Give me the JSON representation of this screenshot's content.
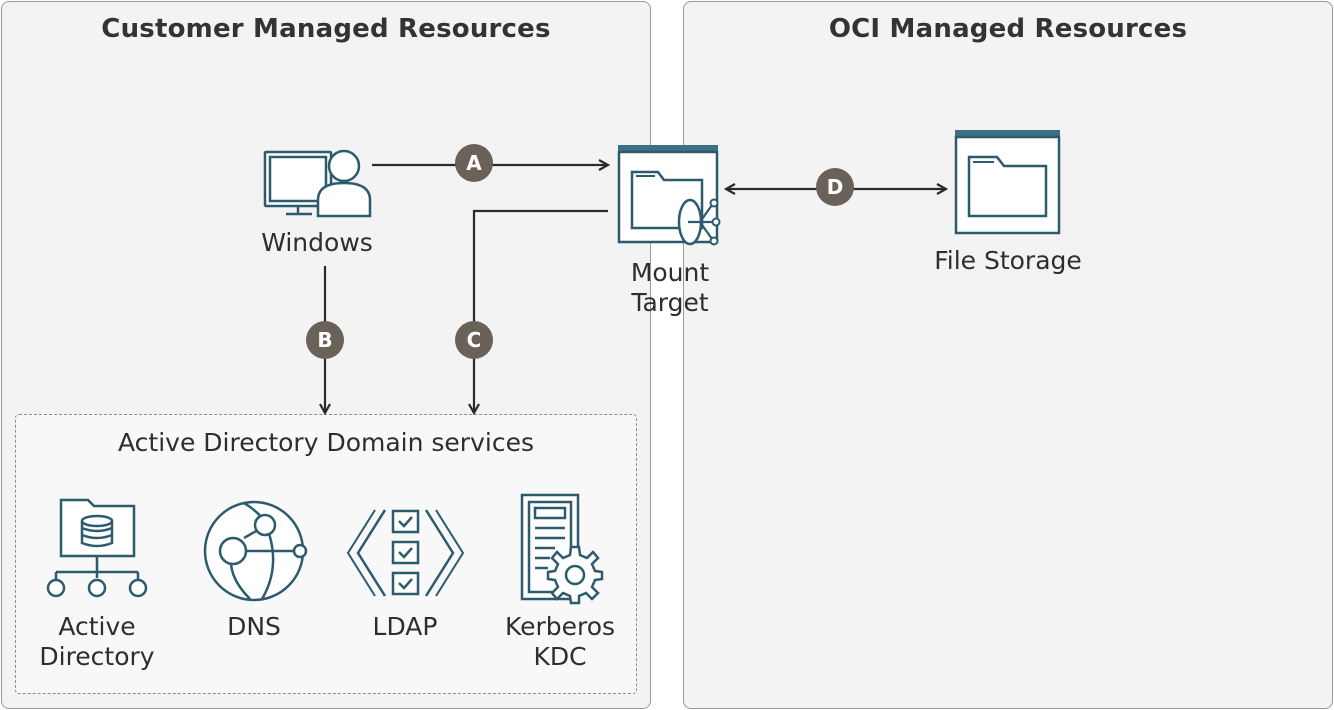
{
  "panels": {
    "customer_title": "Customer Managed Resources",
    "oci_title": "OCI Managed Resources"
  },
  "nodes": {
    "windows": "Windows",
    "mount_target": "Mount\nTarget",
    "file_storage": "File Storage"
  },
  "ads": {
    "title": "Active Directory Domain services",
    "services": [
      {
        "label": "Active\nDirectory",
        "icon": "active-directory-icon"
      },
      {
        "label": "DNS",
        "icon": "dns-icon"
      },
      {
        "label": "LDAP",
        "icon": "ldap-icon"
      },
      {
        "label": "Kerberos\nKDC",
        "icon": "kerberos-kdc-icon"
      }
    ]
  },
  "connections": [
    {
      "badge": "A",
      "from": "Windows",
      "to": "Mount Target"
    },
    {
      "badge": "B",
      "from": "Windows",
      "to": "Active Directory Domain services"
    },
    {
      "badge": "C",
      "from": "Mount Target",
      "to": "Active Directory Domain services"
    },
    {
      "badge": "D",
      "from": "Mount Target",
      "to": "File Storage",
      "bidirectional": true
    }
  ],
  "colors": {
    "icon": "#2d5b6e",
    "icon_bar": "#3d6f85",
    "badge": "#6a6158",
    "arrow": "#2a2a2a",
    "panel_bg": "#f3f3f3"
  }
}
